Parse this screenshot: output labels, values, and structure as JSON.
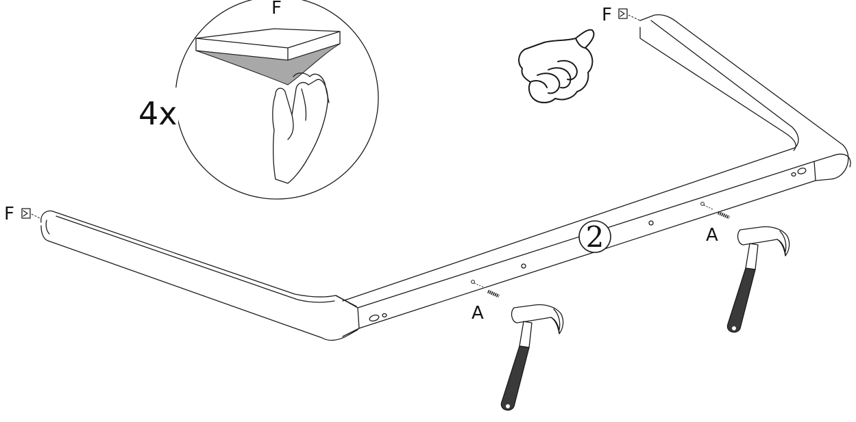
{
  "illustration": "assembly-step",
  "step_number": "2",
  "quantity_label": "4x",
  "part_f_label": "F",
  "fastener_label": "A",
  "colors": {
    "line": "#1a1a1a",
    "pad_shadow": "#a8a8a8",
    "hand_fill": "#dcdcdc",
    "hammer_handle": "#3a3a3a",
    "hammer_head": "#d4d4d4",
    "background": "#ffffff"
  },
  "icons": [
    "felt-pad-icon",
    "pinch-hand-icon",
    "thumbs-up-icon",
    "hammer-icon",
    "nail-icon"
  ]
}
